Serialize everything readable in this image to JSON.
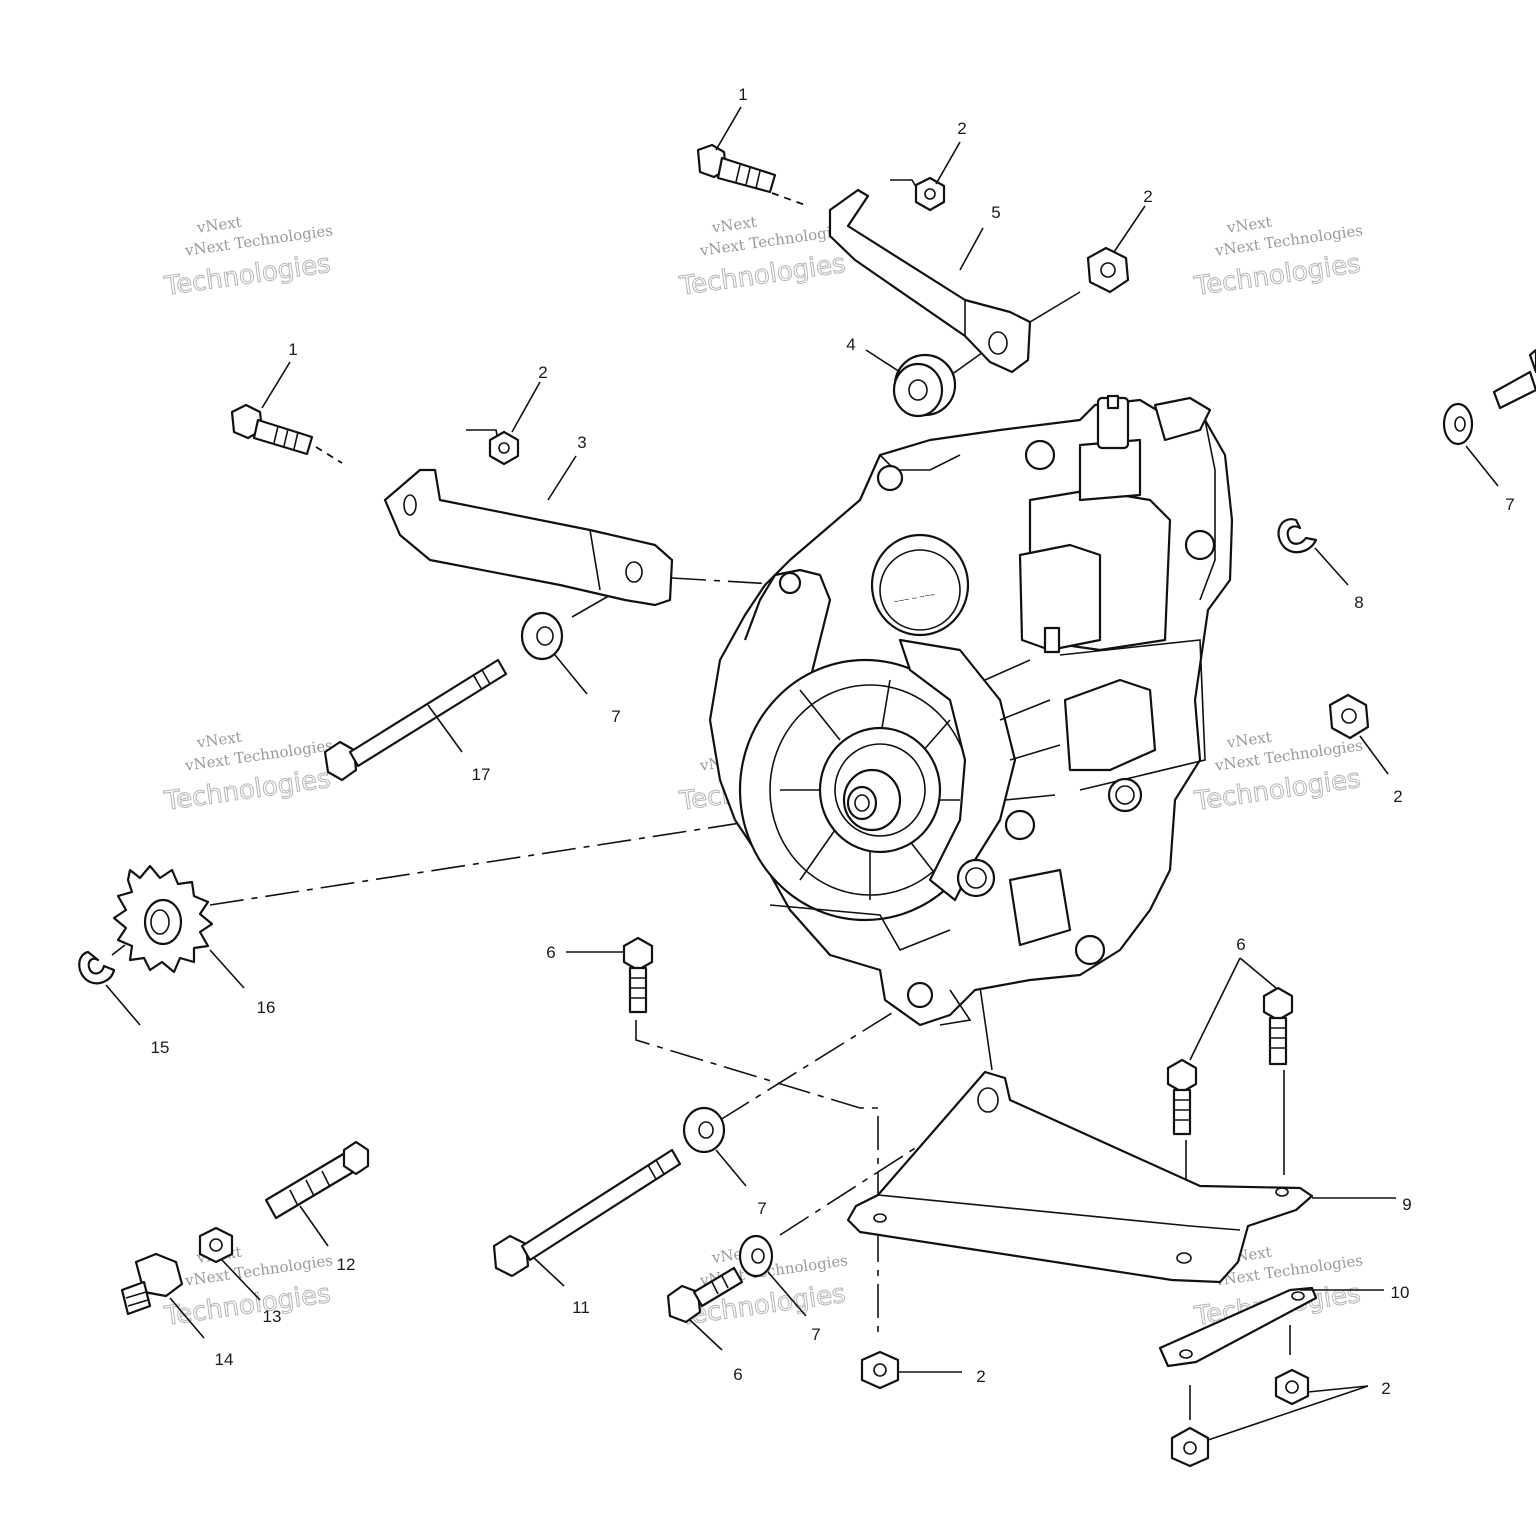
{
  "callouts": [
    {
      "id": "c1a",
      "text": "1"
    },
    {
      "id": "c2a",
      "text": "2"
    },
    {
      "id": "c5",
      "text": "5"
    },
    {
      "id": "c2b",
      "text": "2"
    },
    {
      "id": "c4",
      "text": "4"
    },
    {
      "id": "c1b",
      "text": "1"
    },
    {
      "id": "c2c",
      "text": "2"
    },
    {
      "id": "c3",
      "text": "3"
    },
    {
      "id": "c7a",
      "text": "7"
    },
    {
      "id": "c7b",
      "text": "7"
    },
    {
      "id": "c8",
      "text": "8"
    },
    {
      "id": "c2d",
      "text": "2"
    },
    {
      "id": "c17",
      "text": "17"
    },
    {
      "id": "c16",
      "text": "16"
    },
    {
      "id": "c15",
      "text": "15"
    },
    {
      "id": "c6a",
      "text": "6"
    },
    {
      "id": "c6b",
      "text": "6"
    },
    {
      "id": "c7c",
      "text": "7"
    },
    {
      "id": "c9",
      "text": "9"
    },
    {
      "id": "c12",
      "text": "12"
    },
    {
      "id": "c13",
      "text": "13"
    },
    {
      "id": "c14",
      "text": "14"
    },
    {
      "id": "c11",
      "text": "11"
    },
    {
      "id": "c7d",
      "text": "7"
    },
    {
      "id": "c6c",
      "text": "6"
    },
    {
      "id": "c10",
      "text": "10"
    },
    {
      "id": "c2e",
      "text": "2"
    },
    {
      "id": "c2f",
      "text": "2"
    }
  ],
  "watermark": {
    "line1": "vNext",
    "line2": "vNext Technologies",
    "line3": "Technologies"
  }
}
